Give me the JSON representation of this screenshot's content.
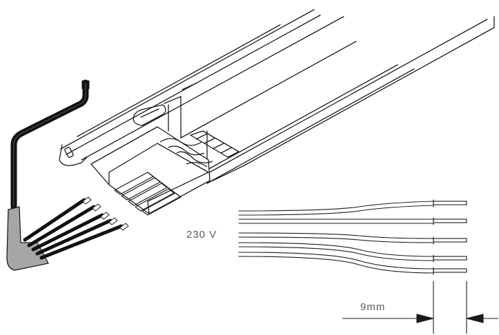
{
  "labels": {
    "voltage": "230 V",
    "strip_length": "9mm"
  },
  "colors": {
    "line": "#1a1a1a",
    "label": "#5a5a5a",
    "cable_jacket": "#a6a6a6",
    "conductor": "#111111"
  },
  "conductor_count": 5,
  "icons": {
    "luminaire": "led-linear-luminaire-icon",
    "terminal": "push-in-terminal-block-icon",
    "cable": "mains-cable-icon"
  }
}
